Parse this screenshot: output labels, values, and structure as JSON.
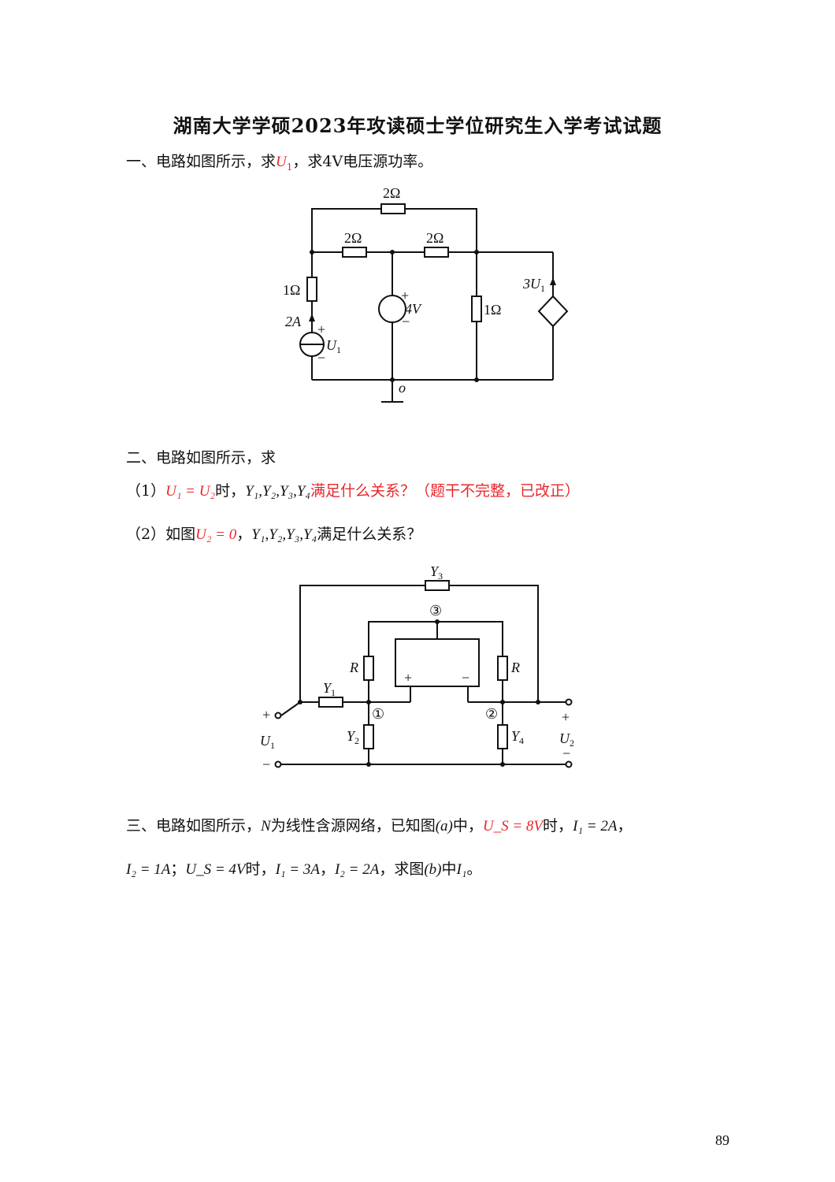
{
  "title": "湖南大学学硕2023年攻读硕士学位研究生入学考试试题",
  "q1": {
    "prefix": "一、电路如图所示，求",
    "var": "U",
    "var_sub": "1",
    "suffix": "，求4V电压源功率。",
    "circuit": {
      "r_top": "2Ω",
      "r_mid_left": "2Ω",
      "r_mid_right": "2Ω",
      "r_left": "1Ω",
      "r_right": "1Ω",
      "current_src": "2A",
      "u1_label": "U",
      "u1_sub": "1",
      "plus": "+",
      "minus": "−",
      "v_src": "4V",
      "dep_src": "3U",
      "dep_sub": "1",
      "ground": "o"
    }
  },
  "q2": {
    "prefix": "二、电路如图所示，求",
    "p1_num": "（1）",
    "p1_cond": "U₁ = U₂",
    "p1_mid": "时，",
    "p1_vars": "Y₁,Y₂,Y₃,Y₄",
    "p1_end": "满足什么关系？（题干不完整，已改正）",
    "p2_num": "（2）如图",
    "p2_cond": "U₂ = 0",
    "p2_mid": "，",
    "p2_vars": "Y₁,Y₂,Y₃,Y₄",
    "p2_end": "满足什么关系？",
    "circuit": {
      "y3": "Y",
      "y3_sub": "3",
      "node3": "③",
      "r_left": "R",
      "r_right": "R",
      "opamp_plus": "+",
      "opamp_minus": "−",
      "y1": "Y",
      "y1_sub": "1",
      "node1": "①",
      "node2": "②",
      "y2": "Y",
      "y2_sub": "2",
      "y4": "Y",
      "y4_sub": "4",
      "u1": "U",
      "u1_sub": "1",
      "u2": "U",
      "u2_sub": "2",
      "plus": "+",
      "minus": "−"
    }
  },
  "q3": {
    "l1_a": "三、电路如图所示，",
    "l1_n": "N",
    "l1_b": "为线性含源网络，已知图",
    "l1_fig": "(a)",
    "l1_c": "中，",
    "l1_cond": "U_S = 8V",
    "l1_d": "时，",
    "l1_i1": "I₁ = 2A",
    "l1_end": "，",
    "l2_i2": "I₂ = 1A",
    "l2_a": "；",
    "l2_us": "U_S = 4V",
    "l2_b": "时，",
    "l2_i1": "I₁ = 3A",
    "l2_c": "，",
    "l2_i2b": "I₂ = 2A",
    "l2_d": "，求图",
    "l2_fig": "(b)",
    "l2_e": "中",
    "l2_q": "I₁",
    "l2_end": "。"
  },
  "page_number": "89"
}
